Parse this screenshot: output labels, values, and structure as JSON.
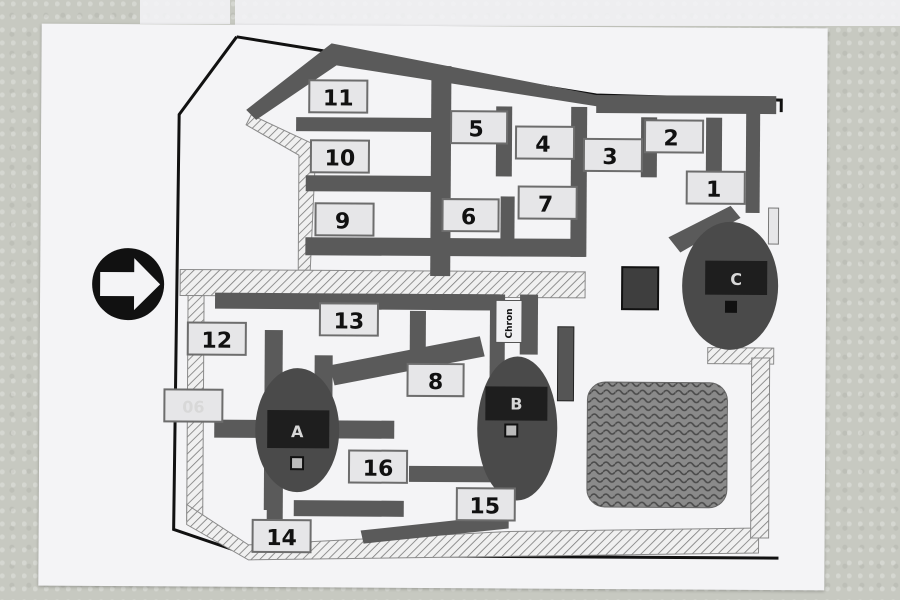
{
  "buildings": [
    {
      "id": "b11",
      "label": "11"
    },
    {
      "id": "b10",
      "label": "10"
    },
    {
      "id": "b9",
      "label": "9"
    },
    {
      "id": "b5",
      "label": "5"
    },
    {
      "id": "b4",
      "label": "4"
    },
    {
      "id": "b3",
      "label": "3"
    },
    {
      "id": "b2",
      "label": "2"
    },
    {
      "id": "b1",
      "label": "1"
    },
    {
      "id": "b6",
      "label": "6"
    },
    {
      "id": "b7",
      "label": "7"
    },
    {
      "id": "b13",
      "label": "13"
    },
    {
      "id": "b12",
      "label": "12"
    },
    {
      "id": "b8",
      "label": "8"
    },
    {
      "id": "b06",
      "label": "06"
    },
    {
      "id": "b16",
      "label": "16"
    },
    {
      "id": "b15",
      "label": "15"
    },
    {
      "id": "b14",
      "label": "14"
    }
  ],
  "halls": [
    {
      "id": "hall-a",
      "label": "A"
    },
    {
      "id": "hall-b",
      "label": "B"
    },
    {
      "id": "hall-c",
      "label": "C"
    }
  ],
  "chron_label": "Chron",
  "entrance_icon": "arrow-right-icon",
  "colors": {
    "road": "#5a5a5a",
    "hall": "#4a4a4a",
    "paper": "#f4f4f6"
  }
}
